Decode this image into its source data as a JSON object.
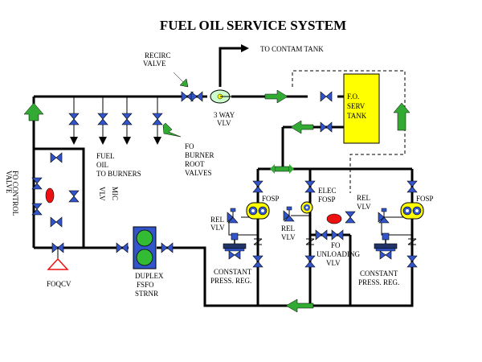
{
  "title": "FUEL OIL SERVICE SYSTEM",
  "labels": {
    "to_contam_tank": "TO CONTAM TANK",
    "recirc_1": "RECIRC",
    "recirc_2": "VALVE",
    "way3_1": "3 WAY",
    "way3_2": "VLV",
    "fo_serv_1": "F.O.",
    "fo_serv_2": "SERV",
    "fo_serv_3": "TANK",
    "fuel_1": "FUEL",
    "fuel_2": "OIL",
    "fuel_3": "TO BURNERS",
    "root_1": "FO",
    "root_2": "BURNER",
    "root_3": "ROOT",
    "root_4": "VALVES",
    "fo_control_1": "FO CONTROL",
    "fo_control_2": "VALVE",
    "mic_vlv_1": "MIC",
    "mic_vlv_2": "VLV",
    "fosp_left": "FOSP",
    "elec_fosp_1": "ELEC",
    "elec_fosp_2": "FOSP",
    "fosp_right": "FOSP",
    "rel_vlv_left_1": "REL",
    "rel_vlv_left_2": "VLV",
    "rel_vlv_mid_1": "REL",
    "rel_vlv_mid_2": "VLV",
    "rel_vlv_right_1": "REL",
    "rel_vlv_right_2": "VLV",
    "fo_unloading_1": "FO",
    "fo_unloading_2": "UNLOADING",
    "fo_unloading_3": "VLV",
    "cpr_left_1": "CONSTANT",
    "cpr_left_2": "PRESS. REG.",
    "cpr_right_1": "CONSTANT",
    "cpr_right_2": "PRESS. REG.",
    "foqcv": "FOQCV",
    "duplex_1": "DUPLEX",
    "duplex_2": "FSFO",
    "duplex_3": "STRNR"
  },
  "colors": {
    "valve": "#3355cc",
    "flow_arrow": "#33aa33",
    "tank": "#ffff00",
    "pump_body": "#ffff00",
    "pump_eye": "#3355cc",
    "strainer": "#33bb33",
    "red_indicator": "#ee1111",
    "foqcv_outline": "#ee1111"
  }
}
